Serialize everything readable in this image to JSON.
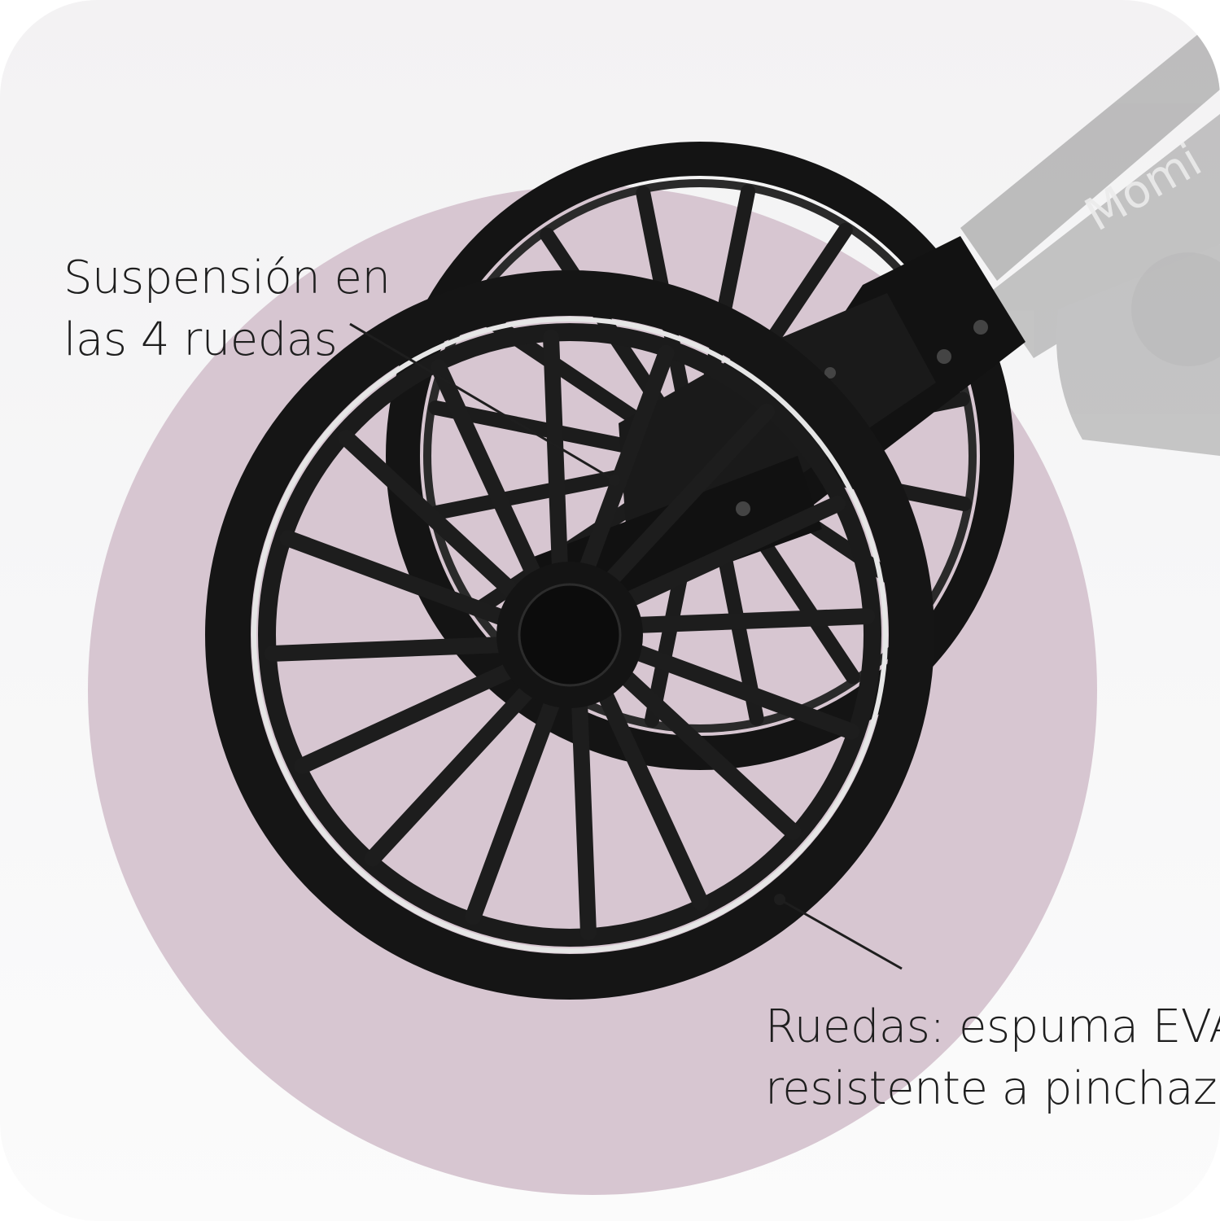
{
  "callouts": {
    "suspension": {
      "line1": "Suspensión en",
      "line2": "las 4 ruedas"
    },
    "wheels": {
      "line1": "Ruedas: espuma EVA",
      "line2": "resistente a pinchazos"
    }
  },
  "brand_mark": "Momi",
  "colors": {
    "background": "#f4f3f4",
    "accent_circle": "#d7c6d1",
    "wheel": "#161616",
    "rim_stripe": "#e6e6e6",
    "frame_faded": "#b8b8b8",
    "text": "#1e1e1e"
  }
}
